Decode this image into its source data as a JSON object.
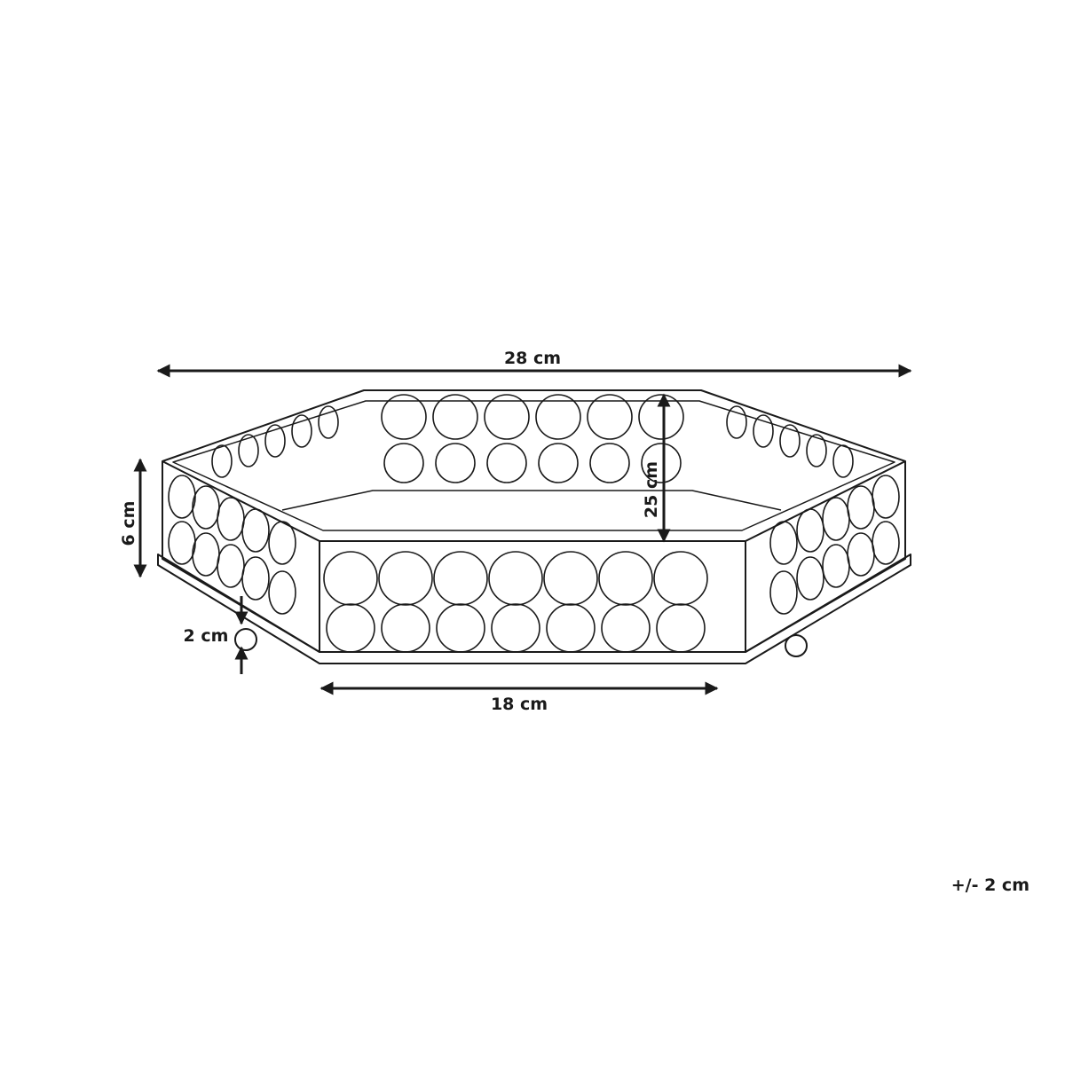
{
  "dimensions": {
    "width_label": "28 cm",
    "depth_label": "25 cm",
    "height_label": "6 cm",
    "feet_label": "2 cm",
    "base_label": "18 cm"
  },
  "tolerance": "+/- 2 cm",
  "colors": {
    "line": "#1a1a1a",
    "background": "#ffffff"
  }
}
